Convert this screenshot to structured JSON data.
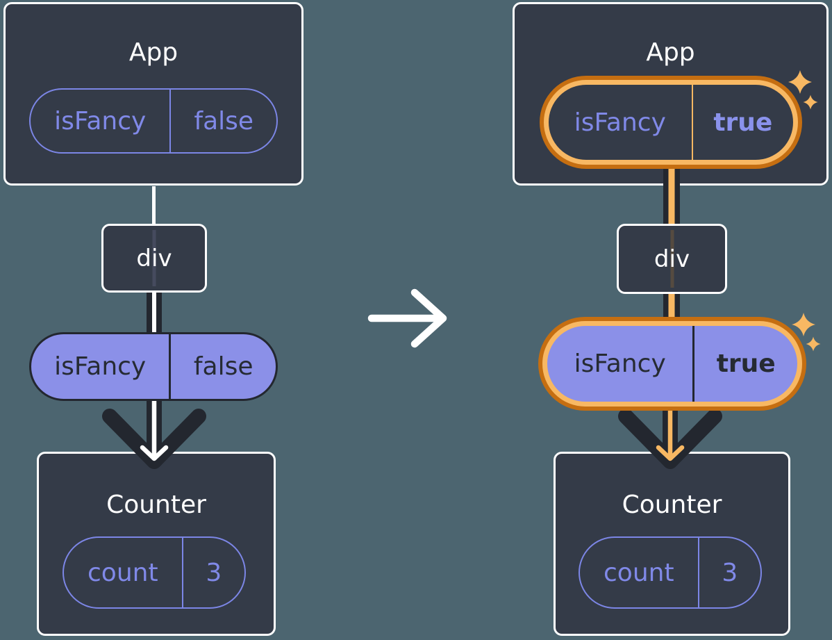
{
  "diagram_title": "Component tree prop flow: isFancy false vs true",
  "colors": {
    "background": "#4C6570",
    "card_background": "#343B48",
    "card_border": "#FFFFFF",
    "purple_border": "#7C86E6",
    "purple_fill": "#8B90E8",
    "purple_text": "#8089E8",
    "dark_line": "#23272F",
    "dark_text": "#262B33",
    "orange_light": "#F8B863",
    "orange_dark": "#C56E11",
    "white_line": "#FFFFFF"
  },
  "center": {
    "arrow_icon": "right-arrow"
  },
  "left": {
    "app_title": "App",
    "app_prop_name": "isFancy",
    "app_prop_value": "false",
    "div_label": "div",
    "pill_prop_name": "isFancy",
    "pill_prop_value": "false",
    "counter_title": "Counter",
    "state_name": "count",
    "state_value": "3"
  },
  "right": {
    "app_title": "App",
    "app_prop_name": "isFancy",
    "app_prop_value": "true",
    "div_label": "div",
    "pill_prop_name": "isFancy",
    "pill_prop_value": "true",
    "counter_title": "Counter",
    "state_name": "count",
    "state_value": "3"
  }
}
